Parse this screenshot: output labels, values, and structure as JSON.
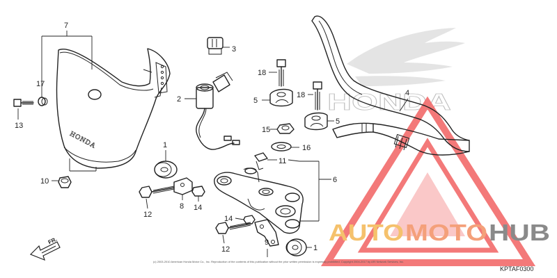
{
  "diagram": {
    "callouts": {
      "c1a": "1",
      "c1b": "1",
      "c2": "2",
      "c3": "3",
      "c4": "4",
      "c5a": "5",
      "c5b": "5",
      "c6": "6",
      "c7": "7",
      "c8": "8",
      "c9": "9",
      "c10": "10",
      "c11": "11",
      "c12a": "12",
      "c12b": "12",
      "c13": "13",
      "c14a": "14",
      "c14b": "14",
      "c15": "15",
      "c16": "16",
      "c17": "17",
      "c18a": "18",
      "c18b": "18"
    },
    "emboss_text": "HONDA",
    "wing_text": "HONDA",
    "direction_label": "FR.",
    "catalog_code": "KPTAF0300",
    "copyright": "(c) 2003-2010 American Honda Motor Co., Inc. Reproduction of the contents of this publication without the prior written permission is expressly prohibited. Copyright 2004-2017 by ARI Network Services, Inc."
  },
  "watermark": {
    "text_a": "AUTO",
    "text_b": "MOTO",
    "text_c": "HUB",
    "color_a": "#f5c16c",
    "color_b": "#f4a07a",
    "color_c": "#8a8a8a",
    "triangle_color": "#f26b6b"
  }
}
